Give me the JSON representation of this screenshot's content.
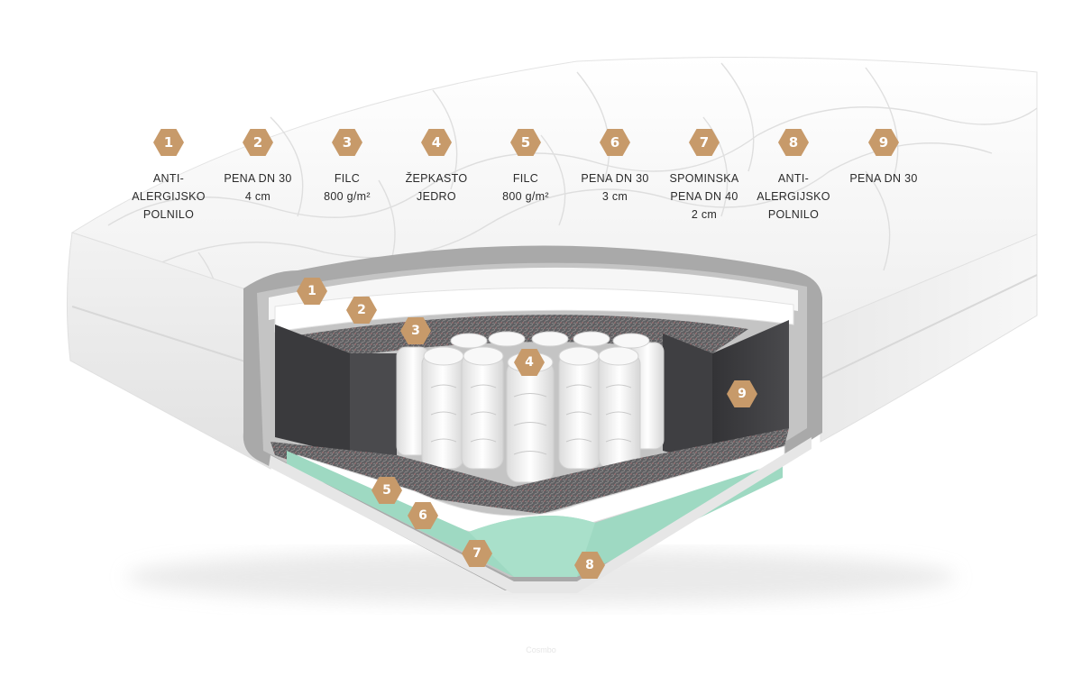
{
  "legend": [
    {
      "number": "1",
      "lines": [
        "ANTI-",
        "ALERGIJSKO",
        "POLNILO"
      ]
    },
    {
      "number": "2",
      "lines": [
        "PENA DN 30",
        "4 cm"
      ]
    },
    {
      "number": "3",
      "lines": [
        "FILC",
        "800 g/m²"
      ]
    },
    {
      "number": "4",
      "lines": [
        "ŽEPKASTO",
        "JEDRO"
      ]
    },
    {
      "number": "5",
      "lines": [
        "FILC",
        "800 g/m²"
      ]
    },
    {
      "number": "6",
      "lines": [
        "PENA DN 30",
        "3 cm"
      ]
    },
    {
      "number": "7",
      "lines": [
        "SPOMINSKA",
        "PENA DN 40",
        "2 cm"
      ]
    },
    {
      "number": "8",
      "lines": [
        "ANTI-",
        "ALERGIJSKO",
        "POLNILO"
      ]
    },
    {
      "number": "9",
      "lines": [
        "PENA DN 30"
      ]
    }
  ],
  "markers": [
    "1",
    "2",
    "3",
    "4",
    "5",
    "6",
    "7",
    "8",
    "9"
  ],
  "watermark": "Cosmbo",
  "colors": {
    "badge": "#c79a6a",
    "memory_foam": "#9ed9c2",
    "dark_foam": "#3c3c3e",
    "felt": "#5a5a5a",
    "cover": "#f4f4f4"
  }
}
